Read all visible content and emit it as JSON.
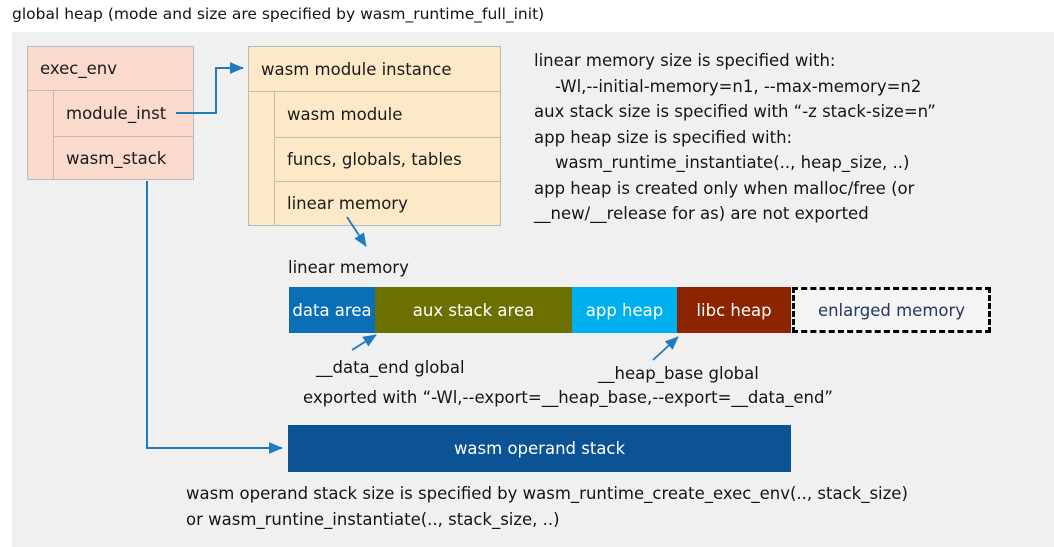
{
  "title": "global heap (mode and size are specified by wasm_runtime_full_init)",
  "colors": {
    "panel_bg": "#f0f0f0",
    "exec_env_fill": "#fadacd",
    "module_instance_fill": "#fde9c8",
    "arrow": "#1f7ac0",
    "data_area": "#0b6fb8",
    "aux_stack_area": "#6b7000",
    "app_heap": "#00b0ee",
    "libc_heap": "#8b2500",
    "enlarged_memory_fill": "#f4f4f4",
    "enlarged_memory_text": "#1f3864",
    "operand_stack": "#0b5394"
  },
  "exec_env": {
    "header": "exec_env",
    "fields": [
      "module_inst",
      "wasm_stack"
    ]
  },
  "module_instance": {
    "header": "wasm module instance",
    "fields": [
      "wasm module",
      "funcs, globals, tables",
      "linear memory"
    ]
  },
  "note_right": "linear memory size is specified with:\n    -Wl,--initial-memory=n1, --max-memory=n2\naux stack size is specified with “-z stack-size=n”\napp heap size is specified with:\n    wasm_runtime_instantiate(.., heap_size, ..)\napp heap is created only when malloc/free (or\n__new/__release for as) are not exported",
  "linear_memory": {
    "label": "linear memory",
    "segments": [
      {
        "label": "data area",
        "width": 86,
        "color": "#0b6fb8",
        "style": "solid"
      },
      {
        "label": "aux stack area",
        "width": 197,
        "color": "#6b7000",
        "style": "solid"
      },
      {
        "label": "app heap",
        "width": 105,
        "color": "#00b0ee",
        "style": "solid"
      },
      {
        "label": "libc heap",
        "width": 114,
        "color": "#8b2500",
        "style": "solid"
      },
      {
        "label": "enlarged memory",
        "width": 199,
        "color": "#f4f4f4",
        "style": "dashed"
      }
    ]
  },
  "annotations": {
    "data_end": "__data_end global",
    "heap_base": "__heap_base global",
    "exported": "exported with “-Wl,--export=__heap_base,--export=__data_end”"
  },
  "operand_stack": {
    "label": "wasm operand stack"
  },
  "note_bottom": "wasm operand stack size is specified by wasm_runtime_create_exec_env(.., stack_size)\nor wasm_runtine_instantiate(.., stack_size, ..)"
}
